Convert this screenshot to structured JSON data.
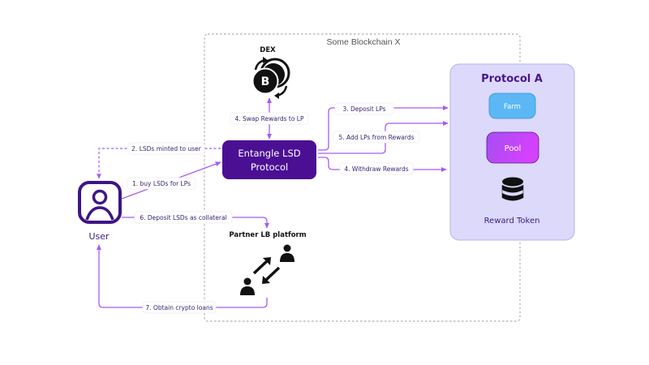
{
  "boundary": {
    "title": "Some Blockchain X"
  },
  "dex": {
    "title": "DEX",
    "icon": "bitcoin-coins-exchange-icon"
  },
  "entangle": {
    "line1": "Entangle LSD",
    "line2": "Protocol"
  },
  "protocol_a": {
    "title": "Protocol A",
    "farm": "Farm",
    "pool": "Pool",
    "reward_token": "Reward Token",
    "reward_icon": "database-stack-icon"
  },
  "user": {
    "label": "User",
    "icon": "user-avatar-icon"
  },
  "partner": {
    "title": "Partner LB platform",
    "icon": "peer-to-peer-exchange-icon"
  },
  "flows": {
    "buy": "1. buy LSDs for LPs",
    "minted": "2. LSDs minted to user",
    "deposit_lps": "3. Deposit LPs",
    "swap": "4. Swap Rewards to LP",
    "withdraw": "4. Withdraw Rewards",
    "add_lps": "5. Add LPs from Rewards",
    "collateral": "6. Deposit LSDs as collateral",
    "loans": "7. Obtain crypto loans"
  },
  "colors": {
    "flow": "#a55df0",
    "entangle_bg": "#4b0f94",
    "protocol_a_bg": "#dcd9fb",
    "farm": "#5bb8f5",
    "pool_start": "#a64ff0",
    "pool_end": "#d640ff",
    "dark_text": "#3a1d85"
  }
}
